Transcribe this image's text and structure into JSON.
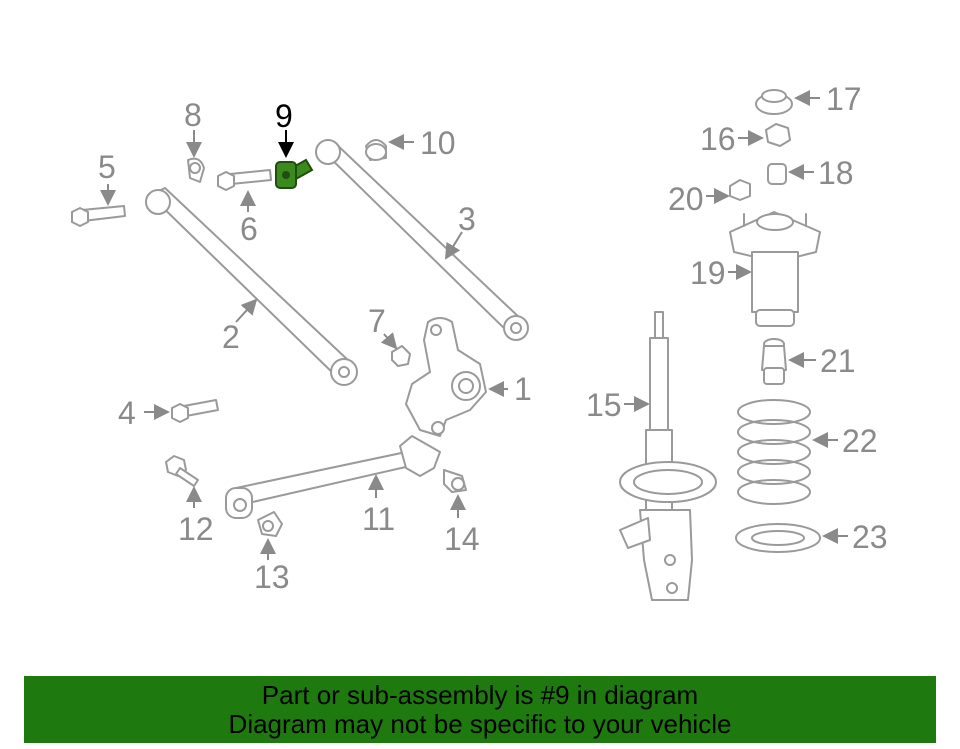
{
  "diagram": {
    "highlighted_part": "9",
    "highlight_color": "#3c8a1e",
    "callouts": [
      "1",
      "2",
      "3",
      "4",
      "5",
      "6",
      "7",
      "8",
      "9",
      "10",
      "11",
      "12",
      "13",
      "14",
      "15",
      "16",
      "17",
      "18",
      "19",
      "20",
      "21",
      "22",
      "23"
    ]
  },
  "banner": {
    "background": "#1e7a0f",
    "line1": "Part or sub-assembly is #9 in diagram",
    "line2": "Diagram may not be specific to your vehicle"
  }
}
